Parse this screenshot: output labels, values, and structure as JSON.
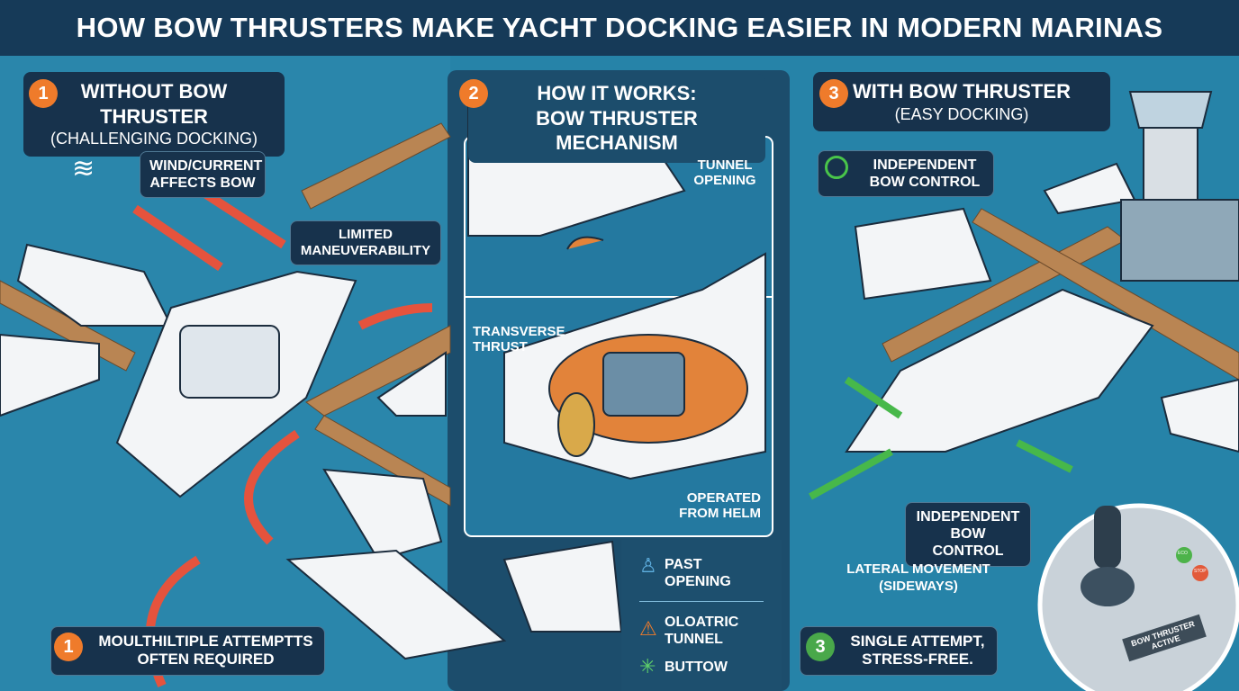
{
  "title": "HOW BOW THRUSTERS MAKE YACHT DOCKING EASIER IN MODERN MARINAS",
  "panel1": {
    "number": "1",
    "heading": "WITHOUT BOW THRUSTER",
    "subheading": "(CHALLENGING DOCKING)",
    "callouts": {
      "wind": "WIND/CURRENT AFFECTS BOW",
      "limited": "LIMITED MANEUVERABILITY"
    },
    "footer": {
      "number": "1",
      "text": "MOULTHILTIPLE ATTEMPTTS OFTEN REQUIRED"
    }
  },
  "panel2": {
    "number": "2",
    "heading": "HOW IT WORKS:",
    "subheading": "BOW THRUSTER MECHANISM",
    "callouts": {
      "tunnel": "TUNNEL OPENING",
      "transverse": "TRANSVERSE THRUST",
      "operated": "OPERATED FROM HELM"
    },
    "legend": [
      {
        "icon": "joystick-icon",
        "text": "PAST OPENING"
      },
      {
        "icon": "warning-icon",
        "text": "OLOATRIC TUNNEL"
      },
      {
        "icon": "sparkle-icon",
        "text": "BUTTOW"
      }
    ]
  },
  "panel3": {
    "number": "3",
    "heading": "WITH BOW THRUSTER",
    "subheading": "(EASY DOCKING)",
    "callouts": {
      "control_top": "INDEPENDENT BOW CONTROL",
      "control_mid": "INDEPENDENT BOW CONTROL",
      "lateral": "LATERAL MOVEMENT",
      "lateral_sub": "(SIDEWAYS)"
    },
    "footer": {
      "number": "3",
      "text": "SINGLE ATTEMPT, STRESS-FREE."
    },
    "console": {
      "label": "BOW THRUSTER ACTIVE",
      "button_green": "ECO",
      "button_red": "STOP"
    }
  },
  "colors": {
    "water": "#1f6f93",
    "navy": "#17324c",
    "orange": "#ef7b2b",
    "green": "#49a84a",
    "red_arrow": "#e5533d",
    "dock": "#b98553"
  }
}
